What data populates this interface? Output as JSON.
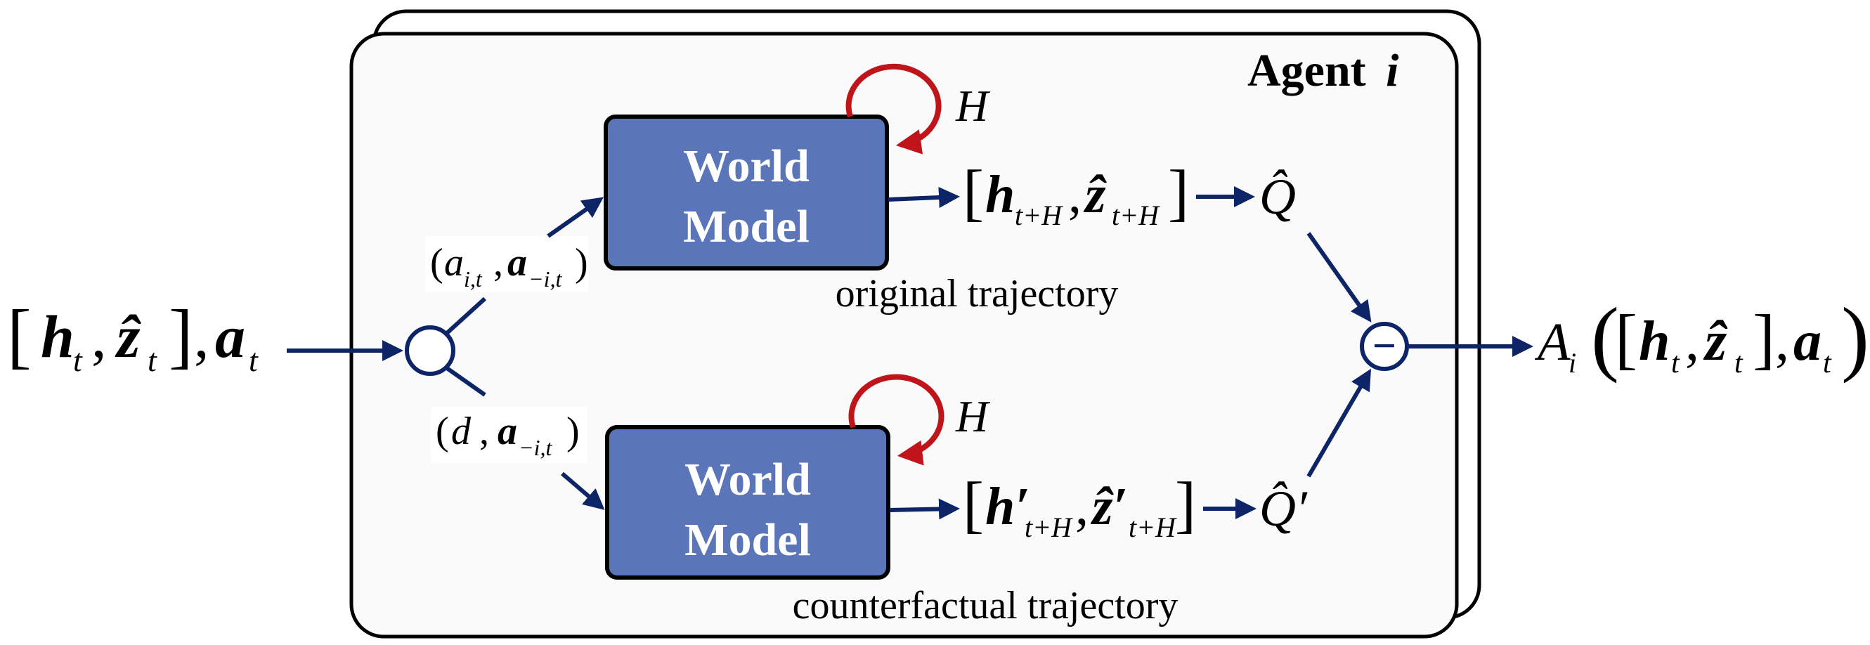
{
  "agent": {
    "label_word": "Agent",
    "label_var": "i"
  },
  "world_model": {
    "line1": "World",
    "line2": "Model"
  },
  "horizon": "H",
  "branches": {
    "original": {
      "action_a": "a",
      "action_a_sub": "i,t",
      "action_b": "a",
      "action_b_sub": "−i,t",
      "state_h": "h",
      "state_h_sub": "t+H",
      "state_z": "ẑ",
      "state_z_sub": "t+H",
      "q": "Q̂",
      "caption": "original trajectory"
    },
    "counterfactual": {
      "action_a": "d",
      "action_b": "a",
      "action_b_sub": "−i,t",
      "state_h": "h′",
      "state_h_sub": "t+H",
      "state_z": "ẑ′",
      "state_z_sub": "t+H",
      "q": "Q̂′",
      "caption": "counterfactual trajectory"
    }
  },
  "input": {
    "h": "h",
    "h_sub": "t",
    "z": "ẑ",
    "z_sub": "t",
    "a": "a",
    "a_sub": "t"
  },
  "output": {
    "A": "A",
    "A_sub": "i",
    "h": "h",
    "h_sub": "t",
    "z": "ẑ",
    "z_sub": "t",
    "a": "a",
    "a_sub": "t"
  },
  "ops": {
    "minus": "−"
  },
  "colors": {
    "navy": "#0d2566",
    "box_fill": "#5b75b9",
    "red_loop": "#c0141b",
    "panel_fill": "#fafafa"
  }
}
